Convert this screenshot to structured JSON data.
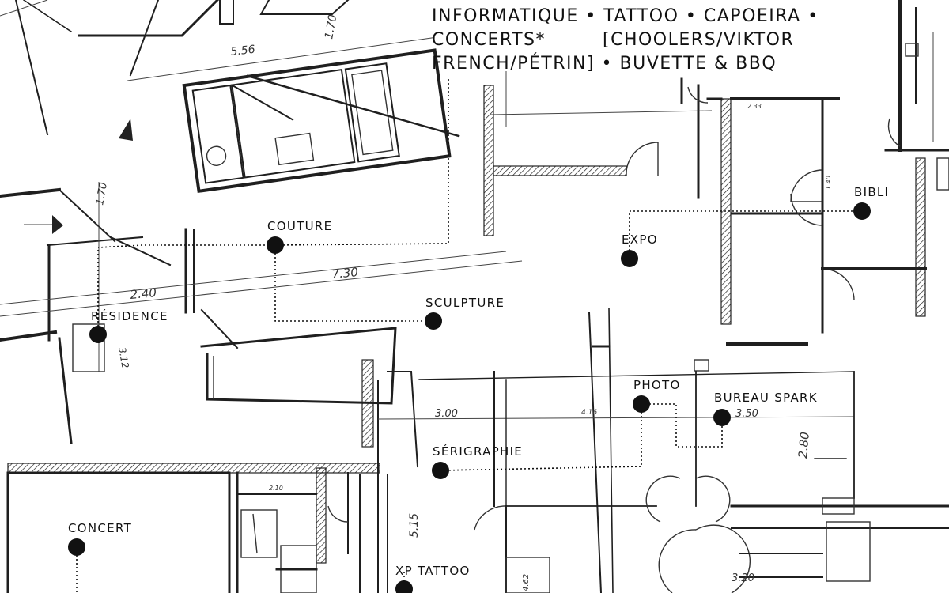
{
  "header": {
    "line1": "INFORMATIQUE • TATTOO • CAPOEIRA •",
    "line2a": "CONCERTS*",
    "line2b": "[CHOOLERS/VIKTOR",
    "line3": "FRENCH/PÉTRIN] • BUVETTE & BBQ"
  },
  "stations": [
    {
      "id": "couture",
      "label": "COUTURE"
    },
    {
      "id": "residence",
      "label": "RÉSIDENCE"
    },
    {
      "id": "sculpture",
      "label": "SCULPTURE"
    },
    {
      "id": "expo",
      "label": "EXPO"
    },
    {
      "id": "bibli",
      "label": "BIBLI"
    },
    {
      "id": "photo",
      "label": "PHOTO"
    },
    {
      "id": "bureau-spark",
      "label": "BUREAU SPARK"
    },
    {
      "id": "serigraphie",
      "label": "SÉRIGRAPHIE"
    },
    {
      "id": "concert",
      "label": "CONCERT"
    },
    {
      "id": "xp-tattoo",
      "label": "XP TATTOO"
    }
  ],
  "dimensions": [
    "5.56",
    "1.70",
    "2.40",
    "7.30",
    "3.12",
    "1.70",
    "3.00",
    "4.16",
    "3.50",
    "2.80",
    "5.15",
    "3.20",
    "2.33",
    "2.10",
    "4.62",
    "1.40"
  ],
  "colors": {
    "ink": "#111111",
    "paper": "#ffffff"
  }
}
